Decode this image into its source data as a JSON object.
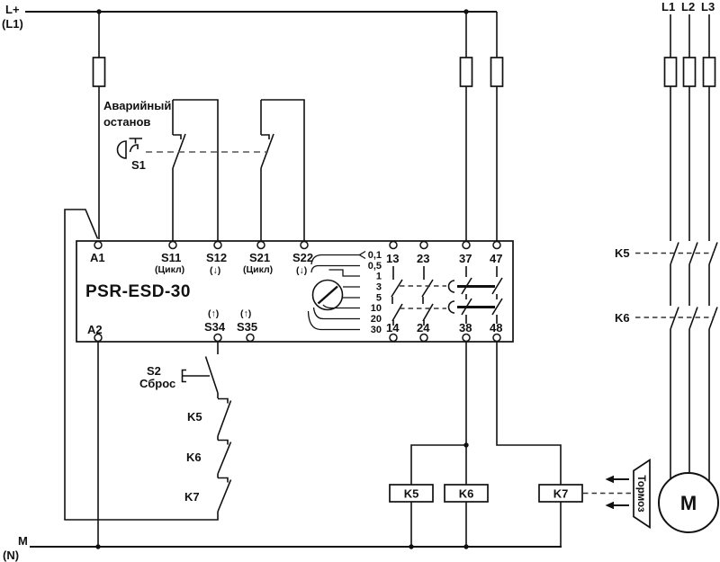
{
  "supply": {
    "pos": "L+",
    "pos_sub": "(L1)",
    "neg": "M",
    "neg_sub": "(N)"
  },
  "phases": [
    "L1",
    "L2",
    "L3"
  ],
  "estop": {
    "label_line1": "Аварийный",
    "label_line2": "останов",
    "id": "S1"
  },
  "relay": {
    "model": "PSR-ESD-30",
    "terminals": {
      "a1": "A1",
      "s11": "S11",
      "s11_sub": "(Цикл)",
      "s12": "S12",
      "s12_sub": "(↓)",
      "s21": "S21",
      "s21_sub": "(Цикл)",
      "s22": "S22",
      "s22_sub": "(↓)",
      "t13": "13",
      "t23": "23",
      "t37": "37",
      "t47": "47",
      "a2": "A2",
      "s34": "S34",
      "s34_sup": "(↑)",
      "s35": "S35",
      "s35_sup": "(↑)",
      "t14": "14",
      "t24": "24",
      "t38": "38",
      "t48": "48"
    },
    "dial_scale": [
      "0,1",
      "0,5",
      "1",
      "3",
      "5",
      "10",
      "20",
      "30"
    ]
  },
  "reset": {
    "id": "S2",
    "label": "Сброс"
  },
  "feedback_contacts": [
    "K5",
    "K6",
    "K7"
  ],
  "power_contacts": [
    "K5",
    "K6"
  ],
  "coils": [
    "K5",
    "K6",
    "K7"
  ],
  "brake": "Тормоз",
  "motor": "M"
}
